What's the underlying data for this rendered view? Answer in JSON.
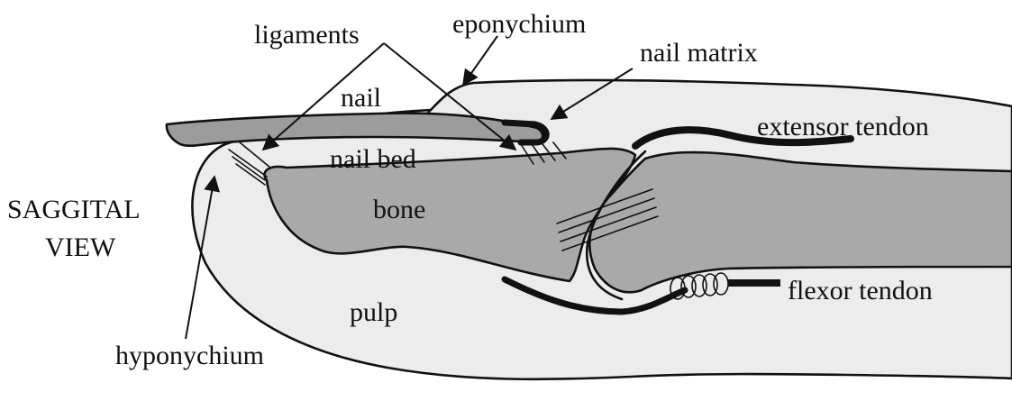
{
  "labels": {
    "view_line1": "SAGGITAL",
    "view_line2": "VIEW",
    "ligaments": "ligaments",
    "eponychium": "eponychium",
    "nail_matrix": "nail matrix",
    "nail": "nail",
    "nail_bed": "nail bed",
    "extensor_tendon": "extensor tendon",
    "bone": "bone",
    "flexor_tendon": "flexor tendon",
    "pulp": "pulp",
    "hyponychium": "hyponychium"
  },
  "colors": {
    "skin": "#ececec",
    "bone": "#a9a9a9",
    "nail": "#9c9c9c",
    "line": "#111111"
  }
}
